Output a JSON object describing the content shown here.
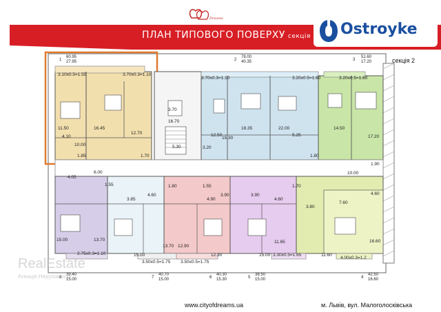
{
  "header": {
    "title": "ПЛАН ТИПОВОГО ПОВЕРХУ",
    "title_suffix": "секція",
    "brand": "Ostroyke"
  },
  "colors": {
    "banner_red": "#d81e25",
    "brand_blue": "#1a4fa0",
    "highlight_orange": "#e07a2e",
    "apt_blue": "#cfe3ef",
    "apt_yellow": "#f2dfae",
    "apt_green": "#c9e6a8",
    "apt_purple": "#d6cde8",
    "apt_pink": "#f4c9c9",
    "apt_lilac": "#e6ccee",
    "apt_lime": "#e2ecb0"
  },
  "section_label": "секція 2",
  "apartments_top": [
    {
      "num": "1",
      "total": "60.95",
      "living": "27.95",
      "rooms": [
        "3.10x0.5=1.55",
        "3.70x0.3=1.10",
        "11.50",
        "16.45",
        "4.10",
        "10.00",
        "12.70",
        "1.85",
        "1.70"
      ]
    },
    {
      "num": "2",
      "total": "78.00",
      "living": "40.35",
      "rooms": [
        "3.70x0.3=1.10",
        "3.20x0.5=1.60",
        "12.50",
        "15.30",
        "18.35",
        "22.00",
        "3.20",
        "5.25",
        "1.80"
      ]
    },
    {
      "num": "3",
      "total": "51.60",
      "living": "17.20",
      "rooms": [
        "3.20x0.5=1.60",
        "14.50",
        "17.20",
        "10.00",
        "1.90",
        "4.60"
      ]
    }
  ],
  "core": {
    "rooms": [
      "3.70",
      "16.70",
      "5.30"
    ]
  },
  "apartments_bottom": [
    {
      "num": "8",
      "total": "39.40",
      "living": "15.00",
      "rooms": [
        "6.00",
        "4.05",
        "1.55",
        "15.00",
        "13.70",
        "2.75x0.3=1.10"
      ]
    },
    {
      "num": "7",
      "total": "40.70",
      "living": "15.00",
      "rooms": [
        "3.85",
        "4.60",
        "1.80",
        "13.70",
        "15.00",
        "3.50x0.5=1.75"
      ]
    },
    {
      "num": "6",
      "total": "40.30",
      "living": "15.30",
      "rooms": [
        "1.55",
        "4.90",
        "12.90",
        "12.30",
        "3.50x0.5=1.75"
      ]
    },
    {
      "num": "5",
      "total": "38.50",
      "living": "15.00",
      "rooms": [
        "3.90",
        "3.90",
        "4.60",
        "11.65",
        "15.00",
        "3.30x0.5=1.65"
      ]
    },
    {
      "num": "4",
      "total": "42.50",
      "living": "16.60",
      "rooms": [
        "1.70",
        "3.80",
        "7.60",
        "11.60",
        "16.60",
        "4.00x0.3=1.2"
      ]
    }
  ],
  "footer": {
    "url": "www.cityofdreams.ua",
    "address": "м. Львів, вул. Малоголосківська"
  },
  "watermark": {
    "text": "RealEstate",
    "sub": "Агенція Нерухомості"
  }
}
